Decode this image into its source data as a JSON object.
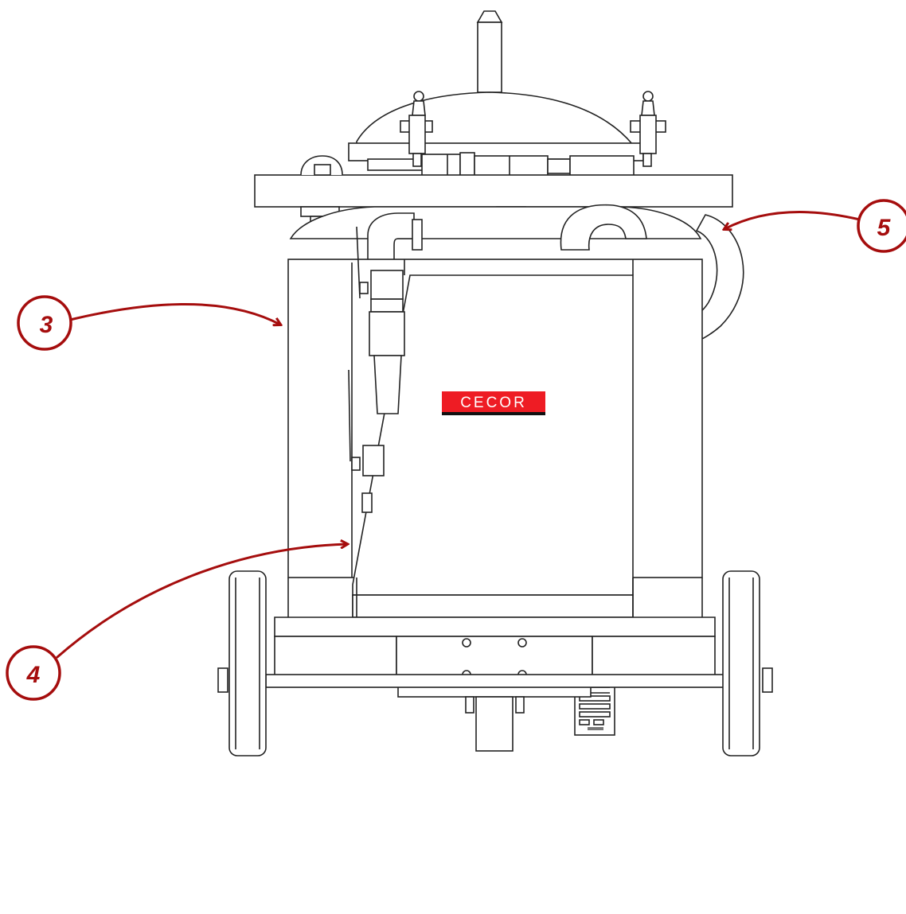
{
  "brand": {
    "logo_text": "CECOR",
    "logo_color": "#ee1c24",
    "logo_text_color": "#ffffff"
  },
  "callouts": [
    {
      "id": "callout-3",
      "label": "3"
    },
    {
      "id": "callout-4",
      "label": "4"
    },
    {
      "id": "callout-5",
      "label": "5"
    }
  ],
  "colors": {
    "callout": "#a50d0d",
    "line": "#222222",
    "background": "#ffffff"
  }
}
